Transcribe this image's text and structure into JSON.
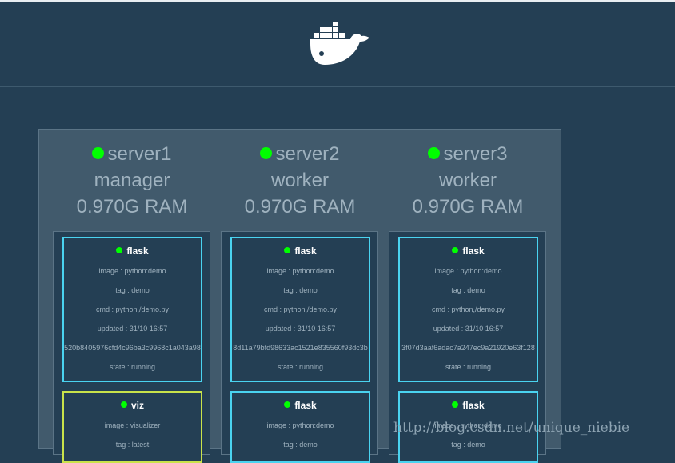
{
  "header": {
    "logo_icon": "docker-whale-icon"
  },
  "nodes": [
    {
      "name": "server1",
      "role": "manager",
      "ram": "0.970G RAM",
      "tasks": [
        {
          "name": "flask",
          "image": "image : python:demo",
          "tag": "tag : demo",
          "cmd": "cmd : python,/demo.py",
          "updated": "updated : 31/10 16:57",
          "id": "520b8405976cfd4c96ba3c9968c1a043a98",
          "state": "state : running"
        },
        {
          "name": "viz",
          "image": "image : visualizer",
          "tag": "tag : latest"
        }
      ]
    },
    {
      "name": "server2",
      "role": "worker",
      "ram": "0.970G RAM",
      "tasks": [
        {
          "name": "flask",
          "image": "image : python:demo",
          "tag": "tag : demo",
          "cmd": "cmd : python,/demo.py",
          "updated": "updated : 31/10 16:57",
          "id": "8d11a79bfd98633ac1521e835560f93dc3b",
          "state": "state : running"
        },
        {
          "name": "flask",
          "image": "image : python:demo",
          "tag": "tag : demo"
        }
      ]
    },
    {
      "name": "server3",
      "role": "worker",
      "ram": "0.970G RAM",
      "tasks": [
        {
          "name": "flask",
          "image": "image : python:demo",
          "tag": "tag : demo",
          "cmd": "cmd : python,/demo.py",
          "updated": "updated : 31/10 16:57",
          "id": "3f07d3aaf6adac7a247ec9a21920e63f128",
          "state": "state : running"
        },
        {
          "name": "flask",
          "image": "image : python:demo",
          "tag": "tag : demo"
        }
      ]
    }
  ],
  "watermark": "http://blog.csdn.net/unique_niebie",
  "colors": {
    "background": "#243f54",
    "running_dot": "#00ff00",
    "task_border": "#4ad3f0",
    "viz_border": "#c9e34a"
  }
}
